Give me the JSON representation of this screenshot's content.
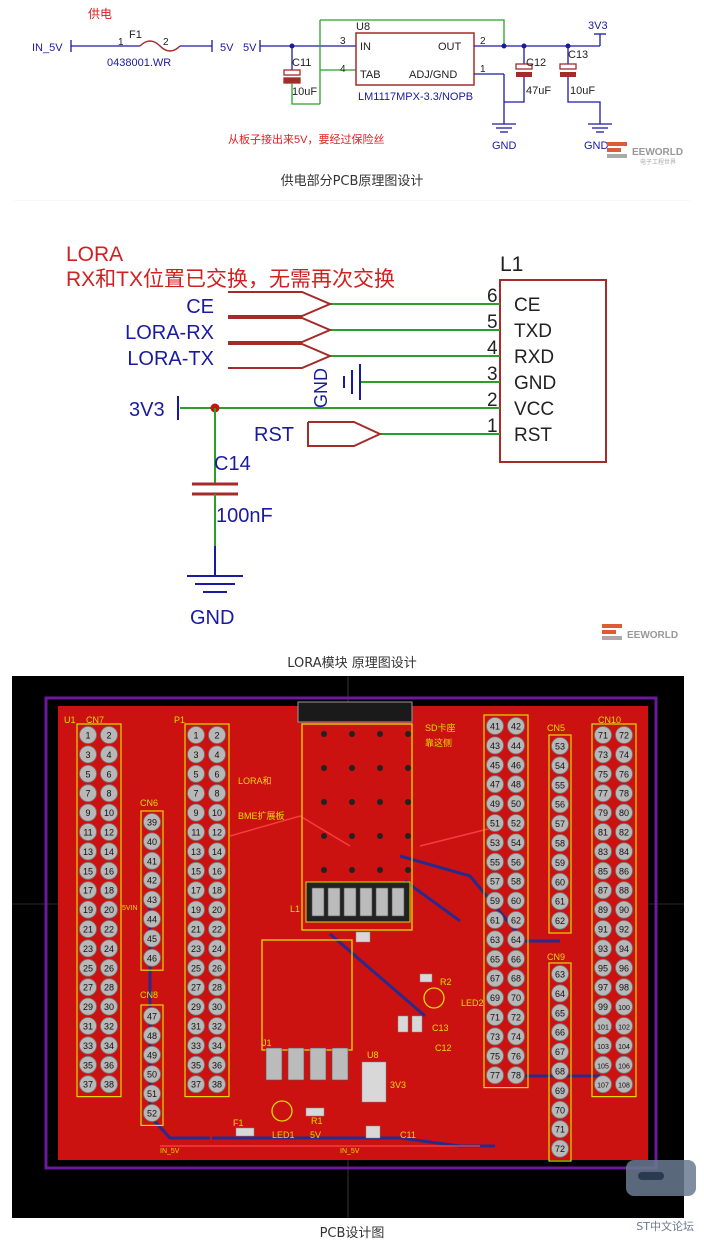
{
  "section1": {
    "title": "供电",
    "caption": "供电部分PCB原理图设计",
    "note": "从板子接出来5V，要经过保险丝",
    "nets": {
      "in5v": "IN_5V",
      "v5a": "5V",
      "v5b": "5V",
      "v33": "3V3",
      "gnd1": "GND",
      "gnd2": "GND"
    },
    "fuse": {
      "ref": "F1",
      "part": "0438001.WR",
      "pin1": "1",
      "pin2": "2"
    },
    "reg": {
      "ref": "U8",
      "part": "LM1117MPX-3.3/NOPB",
      "in": "IN",
      "tab": "TAB",
      "out": "OUT",
      "adj": "ADJ/GND",
      "p3": "3",
      "p4": "4",
      "p2": "2",
      "p1": "1"
    },
    "caps": [
      {
        "ref": "C11",
        "value": "10uF"
      },
      {
        "ref": "C12",
        "value": "47uF"
      },
      {
        "ref": "C13",
        "value": "10uF"
      }
    ]
  },
  "section2": {
    "caption": "LORA模块 原理图设计",
    "title1": "LORA",
    "title2": "RX和TX位置已交换，无需再次交换",
    "module": "L1",
    "nets": {
      "ce": "CE",
      "rx": "LORA-RX",
      "tx": "LORA-TX",
      "gnd_v": "GND",
      "v33": "3V3",
      "rst": "RST",
      "gnd": "GND"
    },
    "pins": [
      {
        "num": "6",
        "name": "CE"
      },
      {
        "num": "5",
        "name": "TXD"
      },
      {
        "num": "4",
        "name": "RXD"
      },
      {
        "num": "3",
        "name": "GND"
      },
      {
        "num": "2",
        "name": "VCC"
      },
      {
        "num": "1",
        "name": "RST"
      }
    ],
    "cap": {
      "ref": "C14",
      "value": "100nF"
    }
  },
  "section3": {
    "caption": "PCB设计图",
    "silk": {
      "u1": "U1",
      "cn7": "CN7",
      "p1": "P1",
      "cn6": "CN6",
      "cn8": "CN8",
      "cn5": "CN5",
      "cn9": "CN9",
      "cn10": "CN10",
      "lora1": "LORA和",
      "lora2": "BME扩展板",
      "sd1": "SD卡座",
      "sd2": "靠这侧",
      "l1": "L1",
      "j1": "J1",
      "u8": "U8",
      "r1": "R1",
      "r2": "R2",
      "c11": "C11",
      "c12": "C12",
      "c13": "C13",
      "led1": "LED1",
      "led2": "LED2",
      "f1": "F1",
      "v5": "5V",
      "v33": "3V3",
      "in5v_a": "IN_5V",
      "in5v_b": "IN_5V",
      "vin": "5VIN"
    },
    "cn7": [
      "1",
      "2",
      "3",
      "4",
      "5",
      "6",
      "7",
      "8",
      "9",
      "10",
      "11",
      "12",
      "13",
      "14",
      "15",
      "16",
      "17",
      "18",
      "19",
      "20",
      "21",
      "22",
      "23",
      "24",
      "25",
      "26",
      "27",
      "28",
      "29",
      "30",
      "31",
      "32",
      "33",
      "34",
      "35",
      "36",
      "37",
      "38"
    ],
    "p1": [
      "1",
      "2",
      "3",
      "4",
      "5",
      "6",
      "7",
      "8",
      "9",
      "10",
      "11",
      "12",
      "13",
      "14",
      "15",
      "16",
      "17",
      "18",
      "19",
      "20",
      "21",
      "22",
      "23",
      "24",
      "25",
      "26",
      "27",
      "28",
      "29",
      "30",
      "31",
      "32",
      "33",
      "34",
      "35",
      "36",
      "37",
      "38"
    ],
    "cn6": [
      "39",
      "40",
      "41",
      "42",
      "43",
      "44",
      "45",
      "46"
    ],
    "cn8": [
      "47",
      "48",
      "49",
      "50",
      "51",
      "52"
    ],
    "right_a": [
      "41",
      "42",
      "43",
      "44",
      "45",
      "46",
      "47",
      "48",
      "49",
      "50",
      "51",
      "52",
      "53",
      "54",
      "55",
      "56",
      "57",
      "58",
      "59",
      "60",
      "61",
      "62",
      "63",
      "64",
      "65",
      "66",
      "67",
      "68",
      "69",
      "70",
      "71",
      "72",
      "73",
      "74",
      "75",
      "76",
      "77",
      "78"
    ],
    "cn5": [
      "53",
      "54",
      "55",
      "56",
      "57",
      "58",
      "59",
      "60",
      "61",
      "62"
    ],
    "cn9": [
      "63",
      "64",
      "65",
      "66",
      "67",
      "68",
      "69",
      "70",
      "71",
      "72"
    ],
    "cn10": [
      "71",
      "72",
      "73",
      "74",
      "75",
      "76",
      "77",
      "78",
      "79",
      "80",
      "81",
      "82",
      "83",
      "84",
      "85",
      "86",
      "87",
      "88",
      "89",
      "90",
      "91",
      "92",
      "93",
      "94",
      "95",
      "96",
      "97",
      "98",
      "99",
      "100",
      "101",
      "102",
      "103",
      "104",
      "105",
      "106",
      "107",
      "108"
    ]
  },
  "watermarks": {
    "eeworld1": "EEWORLD",
    "eeworld2": "EEWORLD",
    "eeworld_sub": "电子工程世界",
    "st": "ST中文论坛"
  },
  "colors": {
    "schem_red": "#a52a2a",
    "net_blue": "#1a1aa0",
    "wire_green": "#2aa02a",
    "pcb_bg": "#000000",
    "pcb_red": "#cc1111",
    "silk": "#dddd00",
    "pad": "#b0b0b0"
  }
}
